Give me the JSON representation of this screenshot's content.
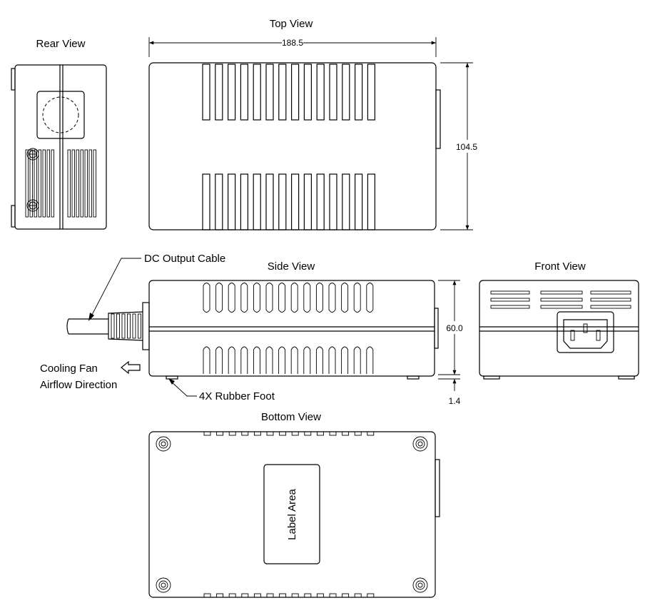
{
  "views": {
    "top": "Top View",
    "rear": "Rear View",
    "side": "Side View",
    "front": "Front View",
    "bottom": "Bottom View"
  },
  "dimensions": {
    "length": "188.5",
    "width": "104.5",
    "height": "60.0",
    "foot_height": "1.4"
  },
  "callouts": {
    "dc_cable": "DC Output Cable",
    "rubber_foot": "4X Rubber Foot",
    "cooling_fan_line1": "Cooling Fan",
    "cooling_fan_line2": "Airflow Direction",
    "label_area": "Label Area"
  }
}
